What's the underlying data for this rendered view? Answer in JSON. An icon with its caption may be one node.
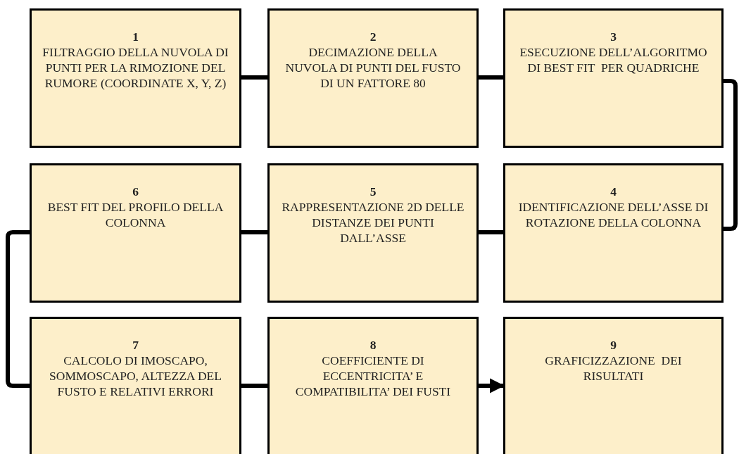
{
  "diagram": {
    "nodes": [
      {
        "text": [
          "1",
          "FILTRAGGIO DELLA NUVOLA DI PUNTI PER LA RIMOZIONE DEL RUMORE (COORDINATE X, Y, Z)"
        ]
      },
      {
        "text": [
          "2",
          "DECIMAZIONE DELLA NUVOLA DI PUNTI DEL FUSTO DI UN FATTORE 80"
        ]
      },
      {
        "text": [
          "3",
          "ESECUZIONE DELL’ALGORITMO DI BEST FIT  PER QUADRICHE"
        ]
      },
      {
        "text": [
          "6",
          "BEST FIT DEL PROFILO DELLA COLONNA"
        ]
      },
      {
        "text": [
          "5",
          "RAPPRESENTAZIONE 2D DELLE DISTANZE DEI PUNTI DALL’ASSE"
        ]
      },
      {
        "text": [
          "4",
          "IDENTIFICAZIONE DELL’ASSE DI ROTAZIONE DELLA COLONNA"
        ]
      },
      {
        "text": [
          "7",
          "CALCOLO DI IMOSCAPO, SOMMOSCAPO, ALTEZZA DEL FUSTO E RELATIVI ERRORI"
        ]
      },
      {
        "text": [
          "8",
          "COEFFICIENTE DI ECCENTRICITA’ E COMPATIBILITA’ DEI FUSTI"
        ]
      },
      {
        "text": [
          "9",
          "GRAFICIZZAZIONE  DEI RISULTATI"
        ]
      }
    ],
    "edges": [
      {
        "from": 0,
        "to": 1,
        "arrow": "none"
      },
      {
        "from": 1,
        "to": 2,
        "arrow": "none"
      },
      {
        "from": 2,
        "to": 5,
        "arrow": "none"
      },
      {
        "from": 5,
        "to": 4,
        "arrow": "none"
      },
      {
        "from": 4,
        "to": 3,
        "arrow": "none"
      },
      {
        "from": 3,
        "to": 6,
        "arrow": "none"
      },
      {
        "from": 6,
        "to": 7,
        "arrow": "none"
      },
      {
        "from": 7,
        "to": 8,
        "arrow": "to"
      }
    ]
  }
}
